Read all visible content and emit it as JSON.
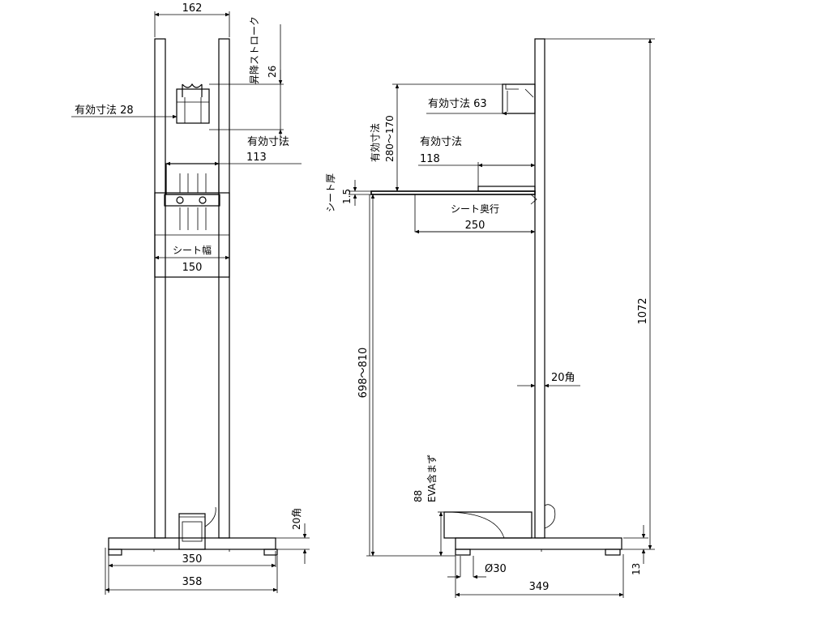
{
  "front_view": {
    "width_top": "162",
    "lift_stroke_label": "昇降ストローク",
    "lift_stroke_value": "26",
    "effective_28": "有効寸法  28",
    "effective_label": "有効寸法",
    "effective_113": "113",
    "sheet_width_label": "シート幅",
    "sheet_width_value": "150",
    "post_size": "20角",
    "base_inner": "350",
    "base_outer": "358"
  },
  "side_view": {
    "effective_63": "有効寸法  63",
    "effective_label_v": "有効寸法",
    "effective_range": "280～170",
    "effective_118_label": "有効寸法",
    "effective_118": "118",
    "sheet_thickness_label": "シート厚",
    "sheet_thickness_value": "1.5",
    "sheet_depth_label": "シート奥行",
    "sheet_depth_value": "250",
    "total_height": "1072",
    "height_range": "698～810",
    "post_size": "20角",
    "eva_label": "EVA含まず",
    "eva_value": "88",
    "foot_diameter": "Ø30",
    "base_depth": "349",
    "base_height": "13"
  }
}
